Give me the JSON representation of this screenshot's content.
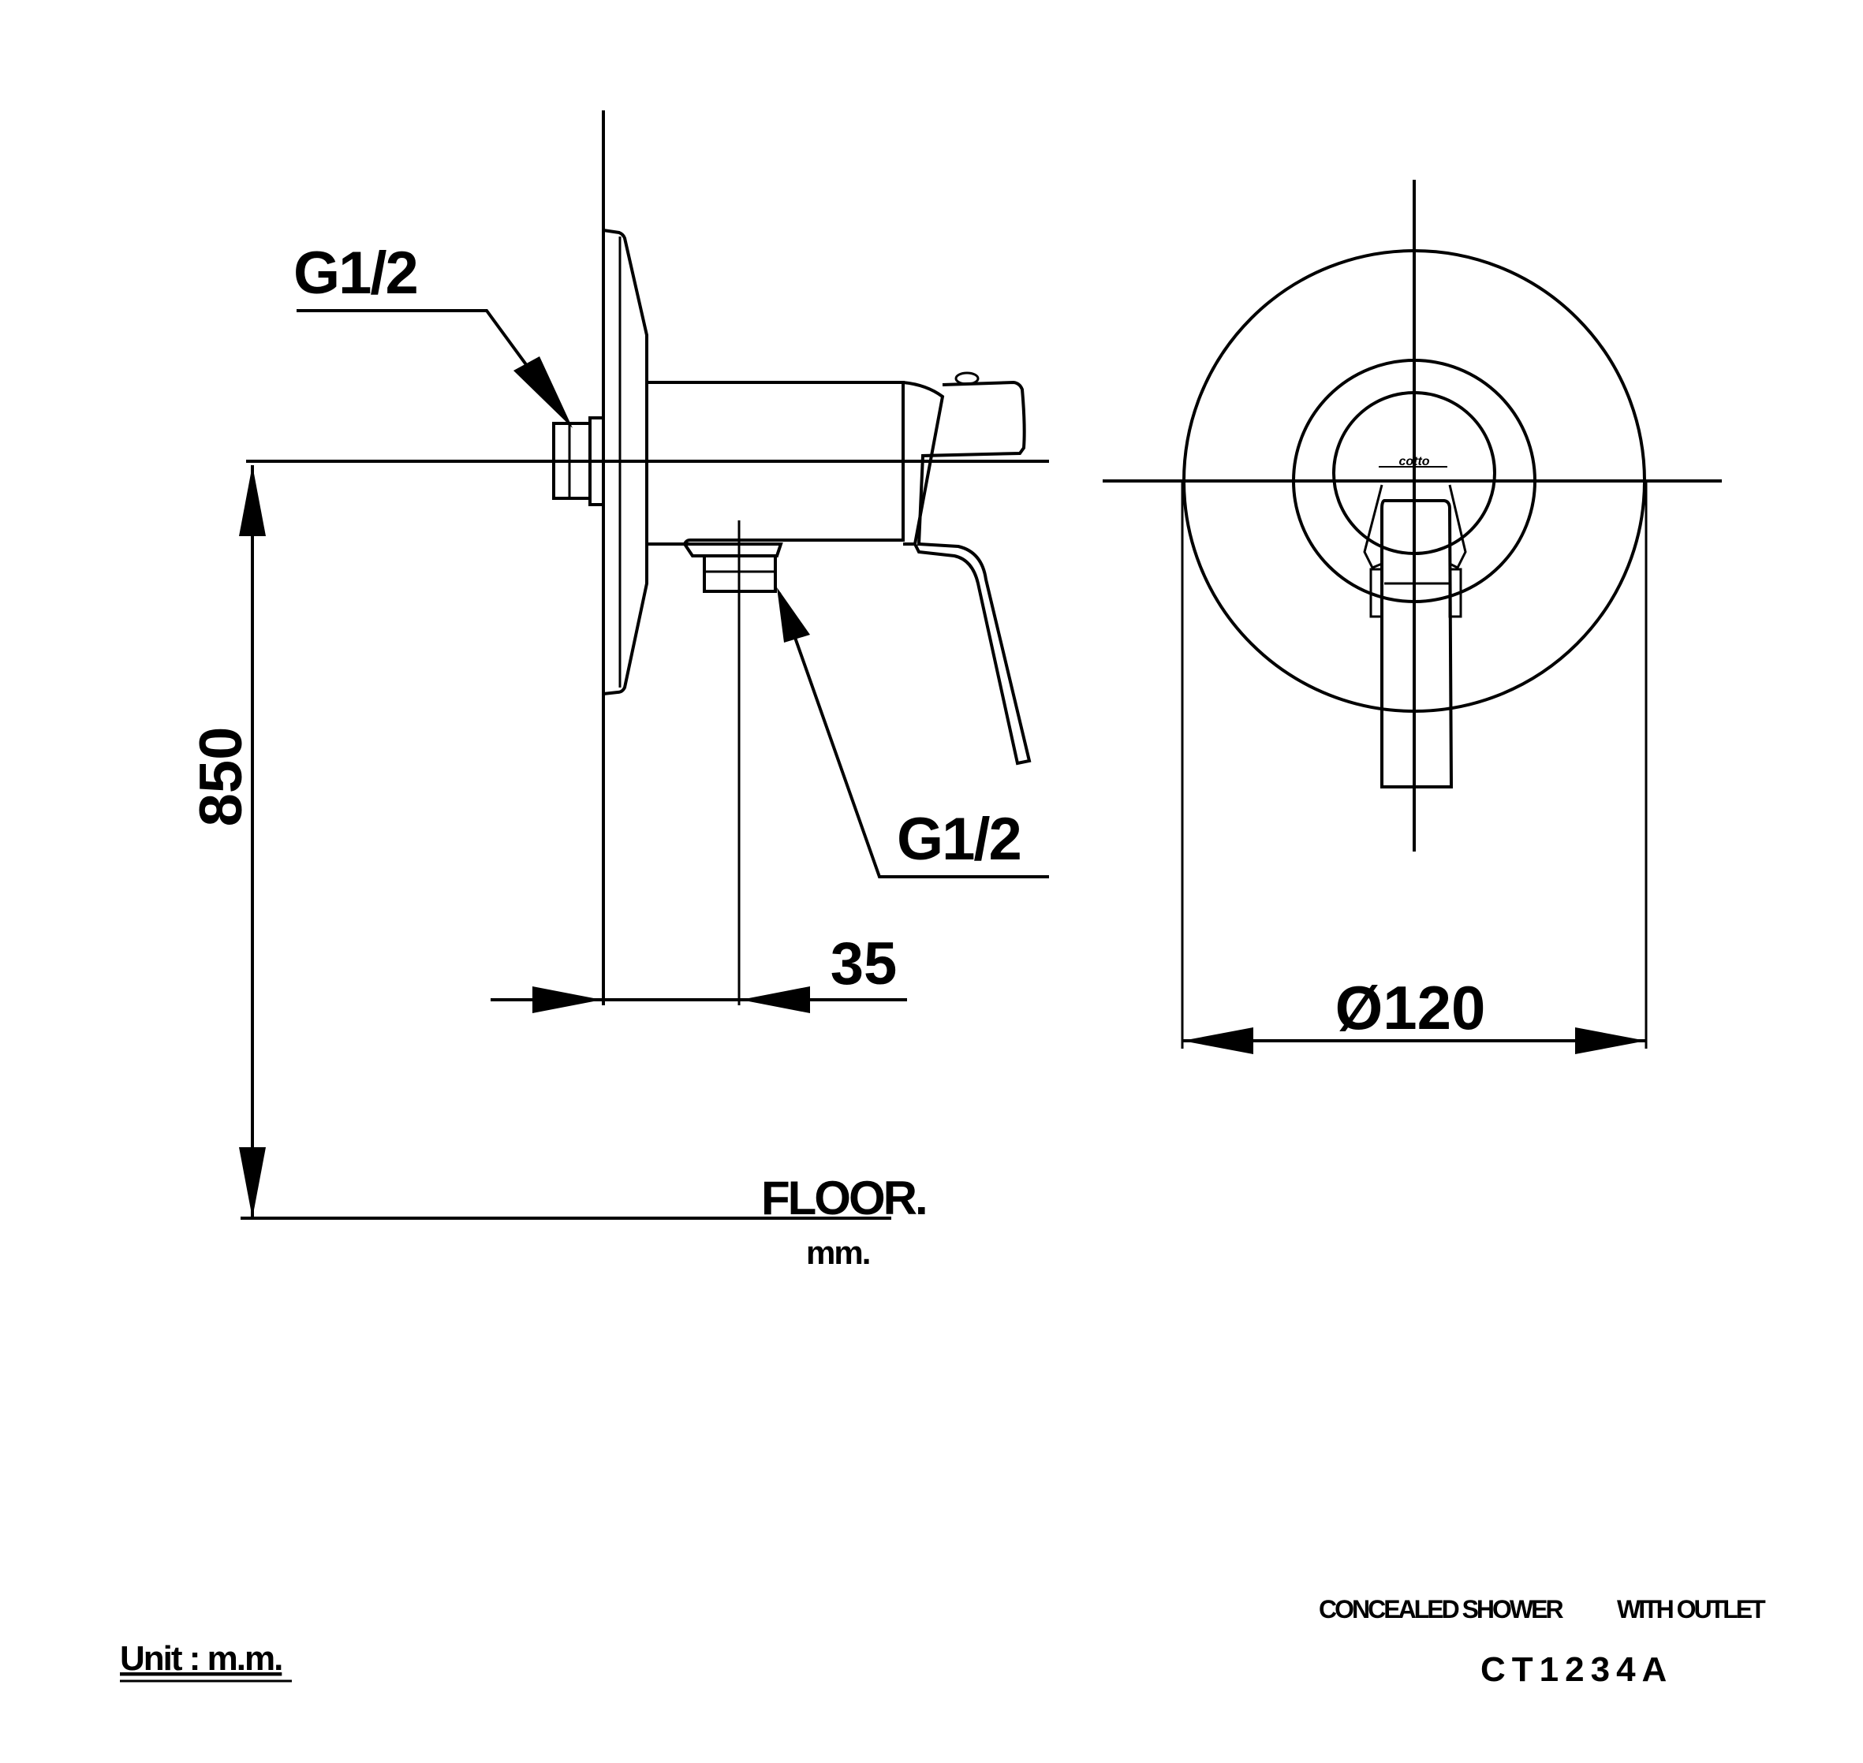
{
  "labels": {
    "thread_top": "G1/2",
    "thread_bottom": "G1/2",
    "height": "850",
    "offset": "35",
    "diameter": "Ø120",
    "floor": "FLOOR.",
    "floor_unit": "mm.",
    "unit": "Unit : m.m.",
    "product_name": "CONCEALED SHOWER",
    "product_suffix": "WITH OUTLET",
    "model": "CT1234A",
    "brand_mark": "cotto"
  },
  "colors": {
    "ink": "#000000",
    "paper": "#ffffff"
  }
}
